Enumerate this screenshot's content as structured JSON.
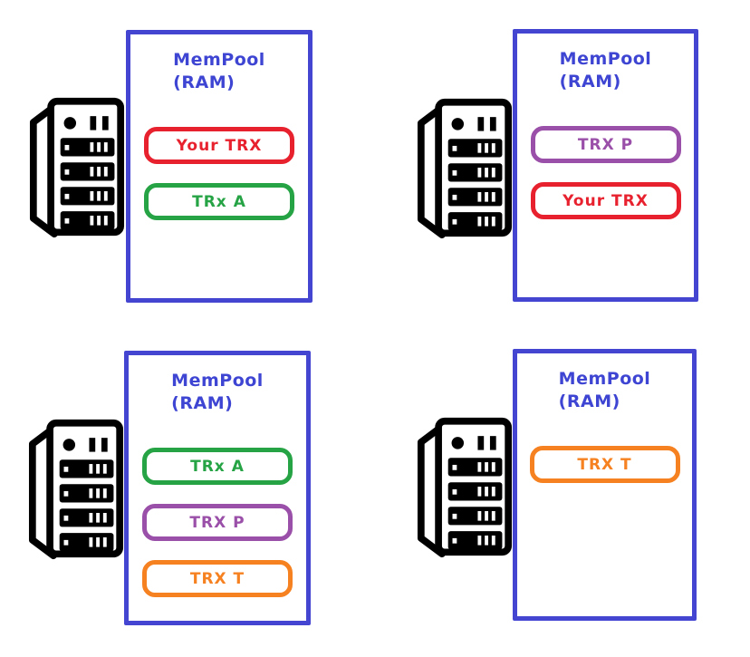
{
  "diagram": {
    "description_title": "MemPool (RAM) transaction propagation diagram",
    "background": "#ffffff",
    "colors": {
      "pool_border": "#4446d2",
      "pool_title": "#3e45d2",
      "trx_red": "#e8212e",
      "trx_green": "#26a344",
      "trx_purple": "#9a4fa8",
      "trx_orange": "#f68120",
      "server_icon": "#000000"
    },
    "icons": {
      "server": "server-tower-icon"
    },
    "panels": [
      {
        "id": "top-left",
        "title_line1": "MemPool",
        "title_line2": "(RAM)",
        "transactions": [
          {
            "label": "Your TRX",
            "color": "#e8212e"
          },
          {
            "label": "TRx A",
            "color": "#26a344"
          }
        ]
      },
      {
        "id": "top-right",
        "title_line1": "MemPool",
        "title_line2": "(RAM)",
        "transactions": [
          {
            "label": "TRX P",
            "color": "#9a4fa8"
          },
          {
            "label": "Your TRX",
            "color": "#e8212e"
          }
        ]
      },
      {
        "id": "bottom-left",
        "title_line1": "MemPool",
        "title_line2": "(RAM)",
        "transactions": [
          {
            "label": "TRx A",
            "color": "#26a344"
          },
          {
            "label": "TRX P",
            "color": "#9a4fa8"
          },
          {
            "label": "TRX T",
            "color": "#f68120"
          }
        ]
      },
      {
        "id": "bottom-right",
        "title_line1": "MemPool",
        "title_line2": "(RAM)",
        "transactions": [
          {
            "label": "TRX T",
            "color": "#f68120"
          }
        ]
      }
    ]
  }
}
